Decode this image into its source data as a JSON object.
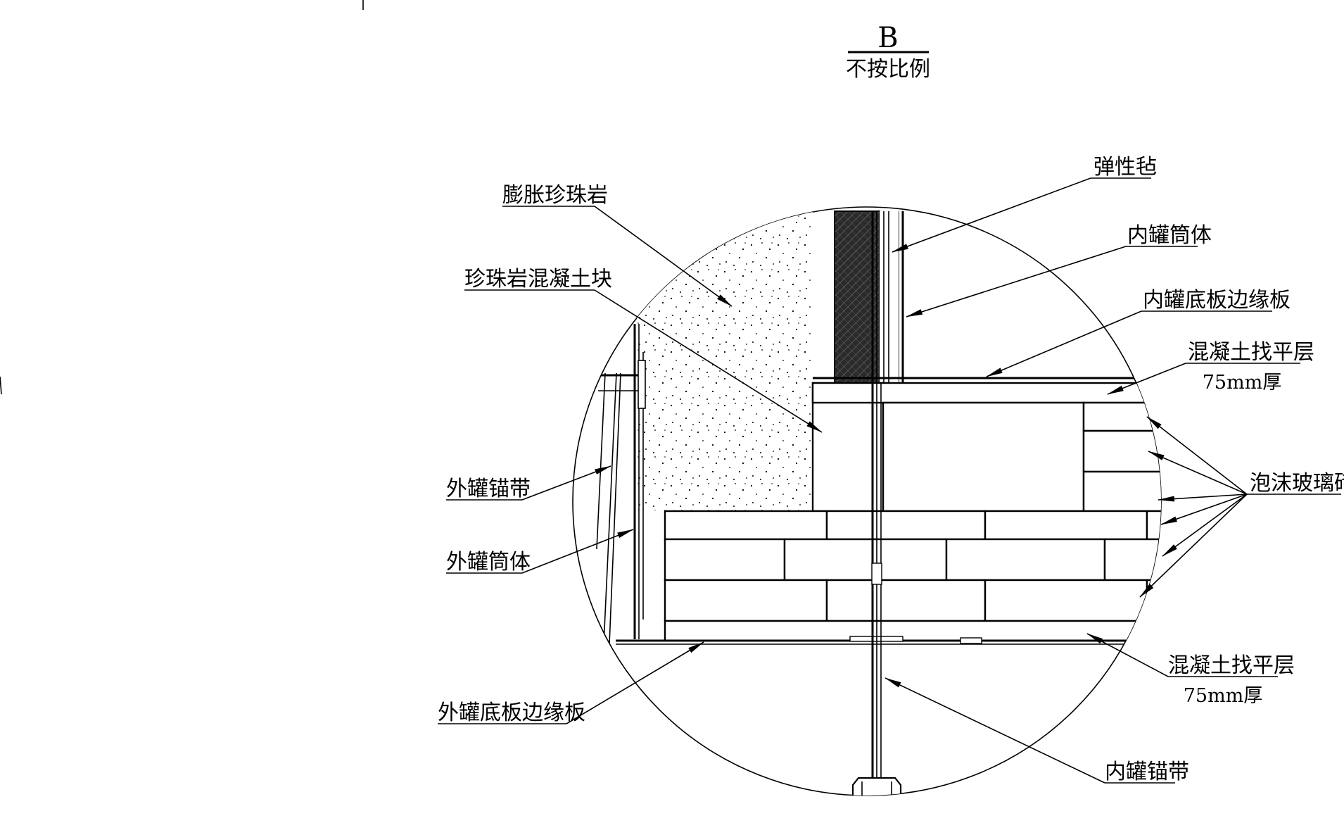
{
  "title": {
    "mark": "B",
    "note": "不按比例"
  },
  "labels": {
    "pearl_expanded": "膨胀珍珠岩",
    "pearl_block": "珍珠岩混凝土块",
    "outer_anchor": "外罐锚带",
    "outer_shell": "外罐筒体",
    "outer_bottom_edge": "外罐底板边缘板",
    "elastic_felt": "弹性毡",
    "inner_shell": "内罐筒体",
    "inner_bottom_edge": "内罐底板边缘板",
    "leveling_top": "混凝土找平层",
    "leveling_top_thk": "75mm厚",
    "foam_glass": "泡沫玻璃砖",
    "leveling_bottom": "混凝土找平层",
    "leveling_bottom_thk": "75mm厚",
    "inner_anchor": "内罐锚带"
  },
  "colors": {
    "line": "#000000",
    "felt_fill": "#2a2a2a",
    "background": "#ffffff"
  }
}
